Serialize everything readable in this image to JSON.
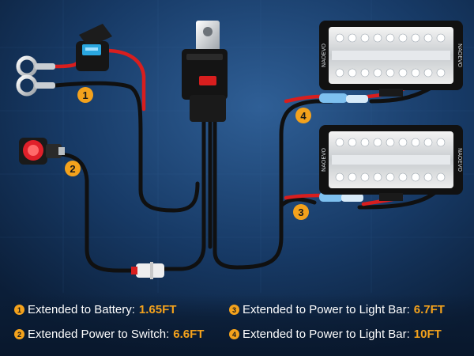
{
  "callouts": [
    "1",
    "2",
    "3",
    "4"
  ],
  "light_bar_brand": "NAOEVO",
  "legend": [
    {
      "num": "1",
      "label": "Extended to Battery:",
      "value": "1.65FT"
    },
    {
      "num": "2",
      "label": "Extended Power to Switch:",
      "value": "6.6FT"
    },
    {
      "num": "3",
      "label": "Extended to Power to Light Bar:",
      "value": "6.7FT"
    },
    {
      "num": "4",
      "label": "Extended to Power to Light Bar:",
      "value": "10FT"
    }
  ],
  "colors": {
    "accent": "#f4a21c",
    "background": "#0f2a4c",
    "wire_black": "#101010",
    "wire_red": "#d81e1e",
    "fuse_blue": "#2aa7e0",
    "switch_red": "#e0202a"
  }
}
